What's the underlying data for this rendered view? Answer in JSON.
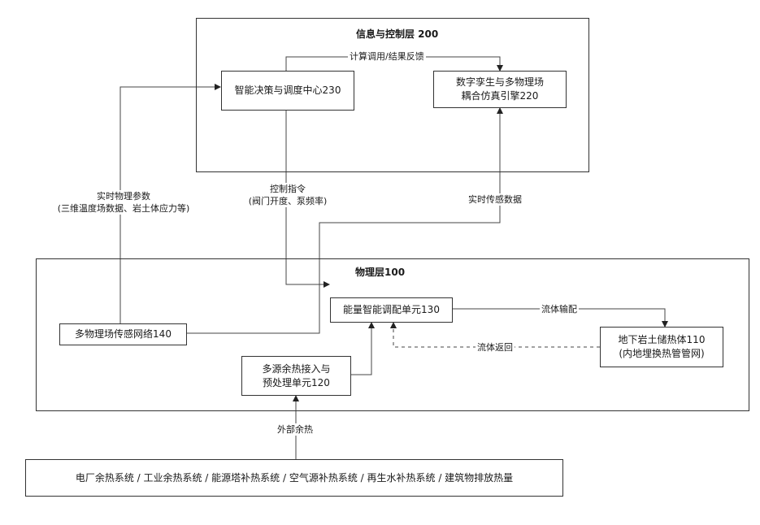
{
  "layers": {
    "info_control": {
      "title": "信息与控制层 200"
    },
    "physical": {
      "title": "物理层100"
    }
  },
  "nodes": {
    "decision_center": "智能决策与调度中心230",
    "digital_twin": "数字孪生与多物理场\n耦合仿真引擎220",
    "energy_dispatch": "能量智能调配单元130",
    "sensor_network": "多物理场传感网络140",
    "heat_access": "多源余热接入与\n预处理单元120",
    "underground_storage": "地下岩土储热体110\n(内地埋换热管管网)",
    "heat_sources": "电厂余热系统 / 工业余热系统 / 能源塔补热系统 / 空气源补热系统 / 再生水补热系统 / 建筑物排放热量"
  },
  "edge_labels": {
    "calc_call": "计算调用/结果反馈",
    "realtime_physical": "实时物理参数\n(三维温度场数据、岩土体应力等)",
    "control_cmd": "控制指令\n(阀门开度、泵频率)",
    "realtime_sensor": "实时传感数据",
    "fluid_supply": "流体输配",
    "fluid_return": "流体返回",
    "external_heat": "外部余热"
  }
}
